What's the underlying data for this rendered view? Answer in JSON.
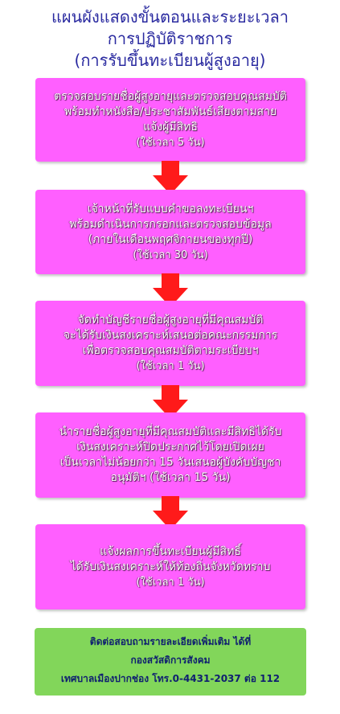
{
  "title": {
    "line1": "แผนผังแสดงขั้นตอนและระยะเวลา",
    "line2": "การปฏิบัติราชการ",
    "line3": "(การรับขึ้นทะเบียนผู้สูงอายุ)"
  },
  "steps": [
    {
      "lines": [
        "ตรวจสอบรายชื่อผู้สูงอายุและตรวจสอบคุณสมบัติ",
        "พร้อมทำหนังสือ/ประชาสัมพันธ์เสียงตามสาย",
        "แจ้งผู้มีสิทธิ"
      ],
      "time": "(ใช้เวลา 5 วัน)"
    },
    {
      "lines": [
        "เจ้าหน้าที่รับแบบคำขอลงทะเบียนฯ",
        "พร้อมดำเนินการกรอกและตรวจสอบข้อมูล",
        "(ภายในเดือนพฤศจิกายนของทุกปี)"
      ],
      "time": "(ใช้เวลา 30 วัน)"
    },
    {
      "lines": [
        "จัดทำบัญชีรายชื่อผู้สูงอายุที่มีคุณสมบัติ",
        "จะได้รับเงินสงเคราะห์เสนอต่อคณะกรรมการ",
        "เพื่อตรวจสอบคุณสมบัติตามระเบียบฯ"
      ],
      "time": "(ใช้เวลา 1 วัน)"
    },
    {
      "lines": [
        "นำรายชื่อผู้สูงอายุที่มีคุณสมบัติและมีสิทธิได้รับ",
        "เงินสงเคราะห์ปิดประกาศไว้โดยเปิดเผย",
        "เป็นเวลาไม่น้อยกว่า 15 วันเสนอผู้บังคับบัญชา",
        "อนุมัติฯ (ใช้เวลา 15 วัน)"
      ],
      "time": ""
    },
    {
      "lines": [
        "แจ้งผลการขึ้นทะเบียนผู้มีสิทธิ์",
        "ได้รับเงินสงเคราะห์ให้ท้องถิ่นจังหวัดทราบ"
      ],
      "time": "(ใช้เวลา 1 วัน)"
    }
  ],
  "contact": {
    "line1": "ติดต่อสอบถามรายละเอียดเพิ่มเติม ได้ที่",
    "line2": "กองสวัสดิการสังคม",
    "line3": "เทศบาลเมืองปากช่อง โทร.0-4431-2037 ต่อ 112"
  },
  "colors": {
    "title": "#2a2aa0",
    "step_box": "#ff5fff",
    "arrow": "#ff1a1a",
    "contact_box": "#82d65a",
    "contact_text": "#0f1f70"
  }
}
